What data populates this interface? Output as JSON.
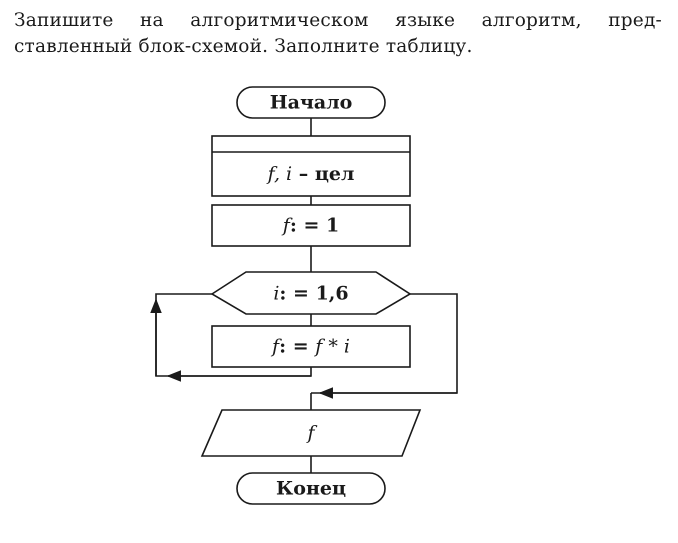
{
  "task": {
    "line1": "Запишите на алгоритмическом языке алгоритм, пред-",
    "line2": "ставленный блок-схемой. Заполните таблицу."
  },
  "flowchart": {
    "start_label": "Начало",
    "declare_vars": "f, i",
    "declare_type": " – цел",
    "assign_f_var": "f",
    "assign_f_op": ": = 1",
    "loop_var": "i",
    "loop_range": ": = 1,6",
    "body_var": "f",
    "body_op": ": = ",
    "body_expr": "f * i",
    "output_label": "f",
    "end_label": "Конец"
  }
}
